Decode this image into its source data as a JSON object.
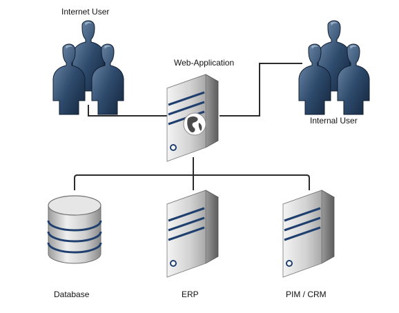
{
  "labels": {
    "internet_user": "Internet User",
    "web_application": "Web-Application",
    "internal_user": "Internal User",
    "database": "Database",
    "erp": "ERP",
    "pim_crm": "PIM / CRM"
  },
  "colors": {
    "user_dark": "#1e3450",
    "user_light": "#6f8aa8",
    "server_light": "#e8e8e8",
    "server_dark": "#7a7a7a",
    "stripe": "#1f3f6e",
    "connector": "#2a2a2a"
  },
  "icons": {
    "users": "user-group-icon",
    "web_server": "globe-server-icon",
    "database": "database-cylinder-icon",
    "server": "server-tower-icon"
  }
}
